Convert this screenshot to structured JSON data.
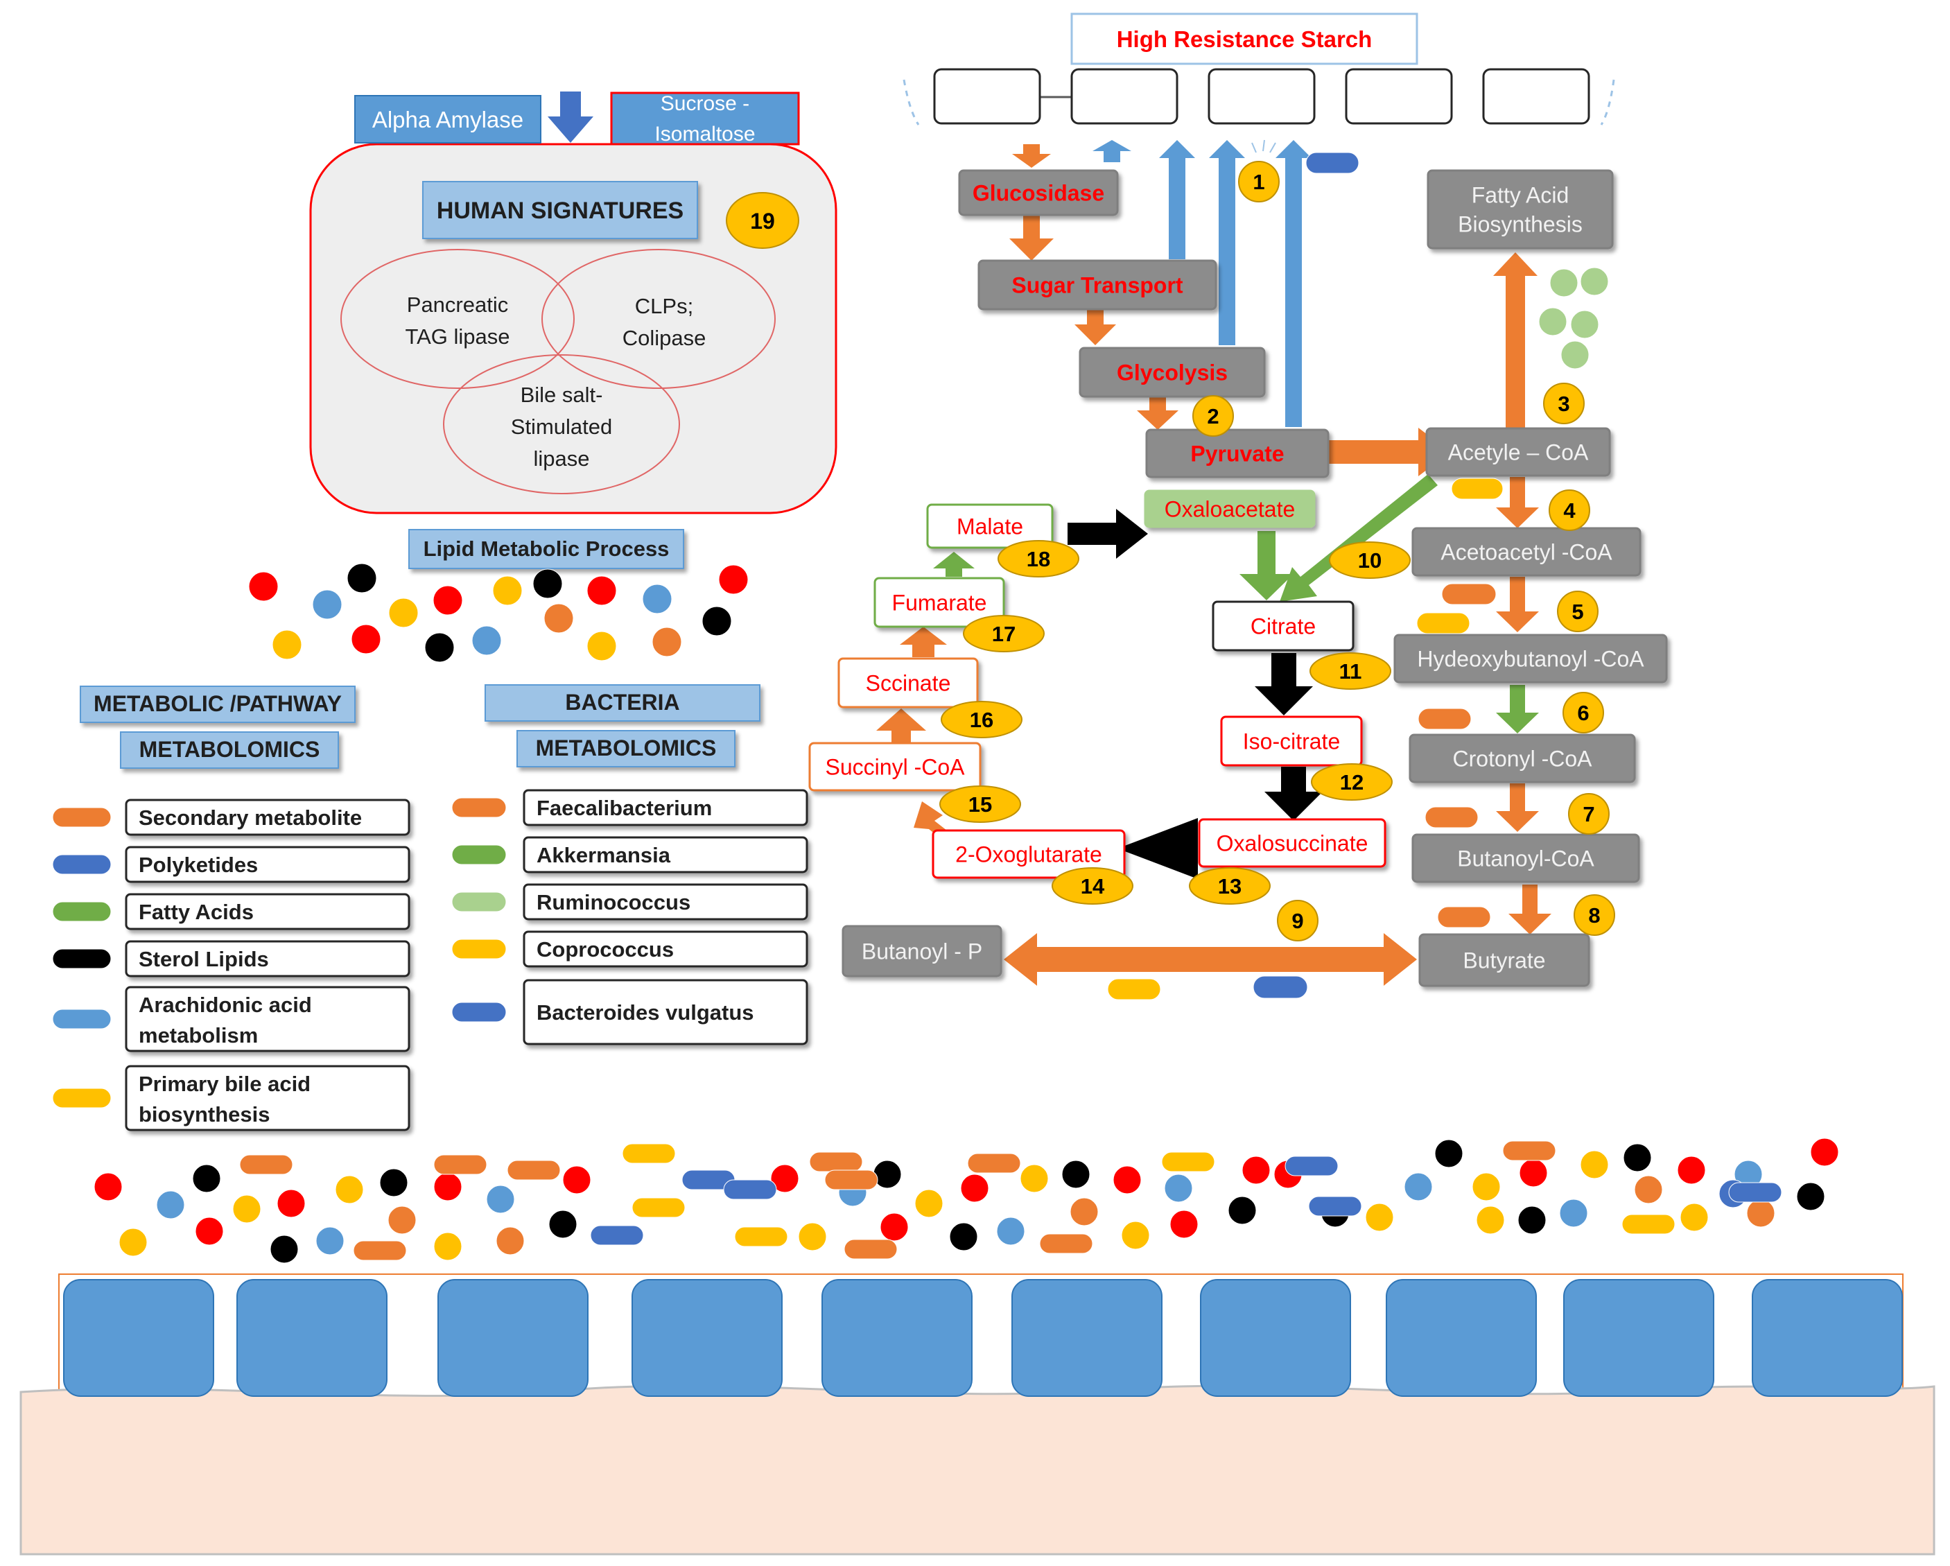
{
  "colors": {
    "orange": "#ED7D31",
    "blue_light": "#5B9BD5",
    "blue_dark": "#4472C4",
    "green": "#70AD47",
    "green_light": "#A9D18E",
    "yellow": "#FFC000",
    "red": "#FF0000",
    "black": "#000000",
    "gray_box": "#8C8C8C",
    "human_panel": "#EEEEEE",
    "tissue": "#FCE4D6",
    "cell": "#5B9BD5",
    "legend_header": "#9DC3E6",
    "enzyme_text": "#FF0000"
  },
  "top": {
    "title": "High Resistance Starch",
    "alpha_amylase": "Alpha Amylase",
    "sucrose_isomaltose": "Sucrose -\nIsomaltose"
  },
  "human": {
    "header": "HUMAN SIGNATURES",
    "badge": "19",
    "circles": [
      "Pancreatic\nTAG lipase",
      "CLPs;\nColipase",
      "Bile salt-\nStimulated\nlipase"
    ]
  },
  "lipid": {
    "label": "Lipid Metabolic Process"
  },
  "pathway": {
    "nodes": [
      {
        "label": "Glucosidase",
        "style": "gray-red"
      },
      {
        "label": "Sugar Transport",
        "style": "gray-red"
      },
      {
        "label": "Glycolysis",
        "style": "gray-red"
      },
      {
        "label": "Pyruvate",
        "style": "gray-red"
      },
      {
        "label": "Fatty Acid\nBiosynthesis",
        "style": "gray"
      },
      {
        "label": "Acetyle – CoA",
        "style": "gray"
      },
      {
        "label": "Acetoacetyl -CoA",
        "style": "gray"
      },
      {
        "label": "Hydeoxybutanoyl -CoA",
        "style": "gray"
      },
      {
        "label": "Crotonyl -CoA",
        "style": "gray"
      },
      {
        "label": "Butanoyl-CoA",
        "style": "gray"
      },
      {
        "label": "Butyrate",
        "style": "gray"
      },
      {
        "label": "Butanoyl - P",
        "style": "gray"
      },
      {
        "label": "Oxaloacetate",
        "style": "green"
      },
      {
        "label": "Citrate",
        "style": "black"
      },
      {
        "label": "Iso-citrate",
        "style": "red"
      },
      {
        "label": "Oxalosuccinate",
        "style": "red"
      },
      {
        "label": "2-Oxoglutarate",
        "style": "red"
      },
      {
        "label": "Succinyl -CoA",
        "style": "orange"
      },
      {
        "label": "Sccinate",
        "style": "orange"
      },
      {
        "label": "Fumarate",
        "style": "green"
      },
      {
        "label": "Malate",
        "style": "green"
      }
    ],
    "badges": [
      "1",
      "2",
      "3",
      "4",
      "5",
      "6",
      "7",
      "8",
      "9",
      "10",
      "11",
      "12",
      "13",
      "14",
      "15",
      "16",
      "17",
      "18"
    ]
  },
  "legend": {
    "metabolic_header_1": "METABOLIC /PATHWAY",
    "metabolic_header_2": "METABOLOMICS",
    "bacteria_header_1": "BACTERIA",
    "bacteria_header_2": "METABOLOMICS",
    "metabolic_items": [
      {
        "label": "Secondary metabolite",
        "color": "#ED7D31",
        "shape": "pill"
      },
      {
        "label": "Polyketides",
        "color": "#4472C4",
        "shape": "pill"
      },
      {
        "label": "Fatty Acids",
        "color": "#70AD47",
        "shape": "pill"
      },
      {
        "label": "Sterol Lipids",
        "color": "#000000",
        "shape": "pill"
      },
      {
        "label": "Arachidonic acid\nmetabolism",
        "color": "#5B9BD5",
        "shape": "pill"
      },
      {
        "label": "Primary bile acid\nbiosynthesis",
        "color": "#FFC000",
        "shape": "pill"
      }
    ],
    "bacteria_items": [
      {
        "label": "Faecalibacterium",
        "color": "#ED7D31"
      },
      {
        "label": "Akkermansia",
        "color": "#70AD47"
      },
      {
        "label": "Ruminococcus",
        "color": "#A9D18E"
      },
      {
        "label": "Coprococcus",
        "color": "#FFC000"
      },
      {
        "label": "Bacteroides vulgatus",
        "color": "#4472C4"
      }
    ]
  },
  "gut": {
    "cell_count": 10
  }
}
